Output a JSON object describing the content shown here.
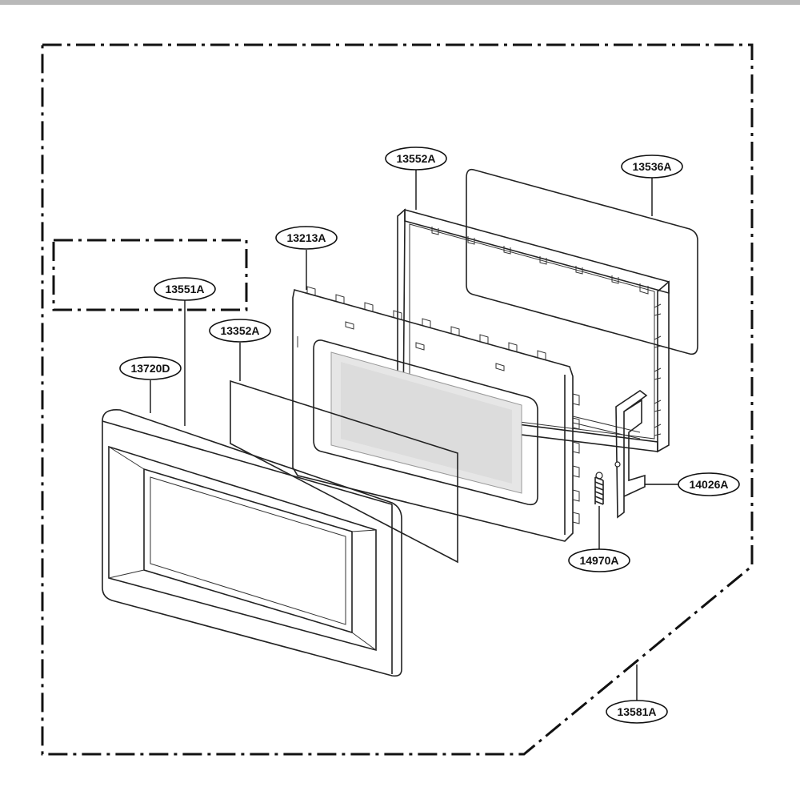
{
  "diagram": {
    "callouts": {
      "c13552A": "13552A",
      "c13536A": "13536A",
      "c13213A": "13213A",
      "c13551A": "13551A",
      "c13352A": "13352A",
      "c13720D": "13720D",
      "c14026A": "14026A",
      "c14970A": "14970A",
      "c13581A": "13581A"
    }
  }
}
